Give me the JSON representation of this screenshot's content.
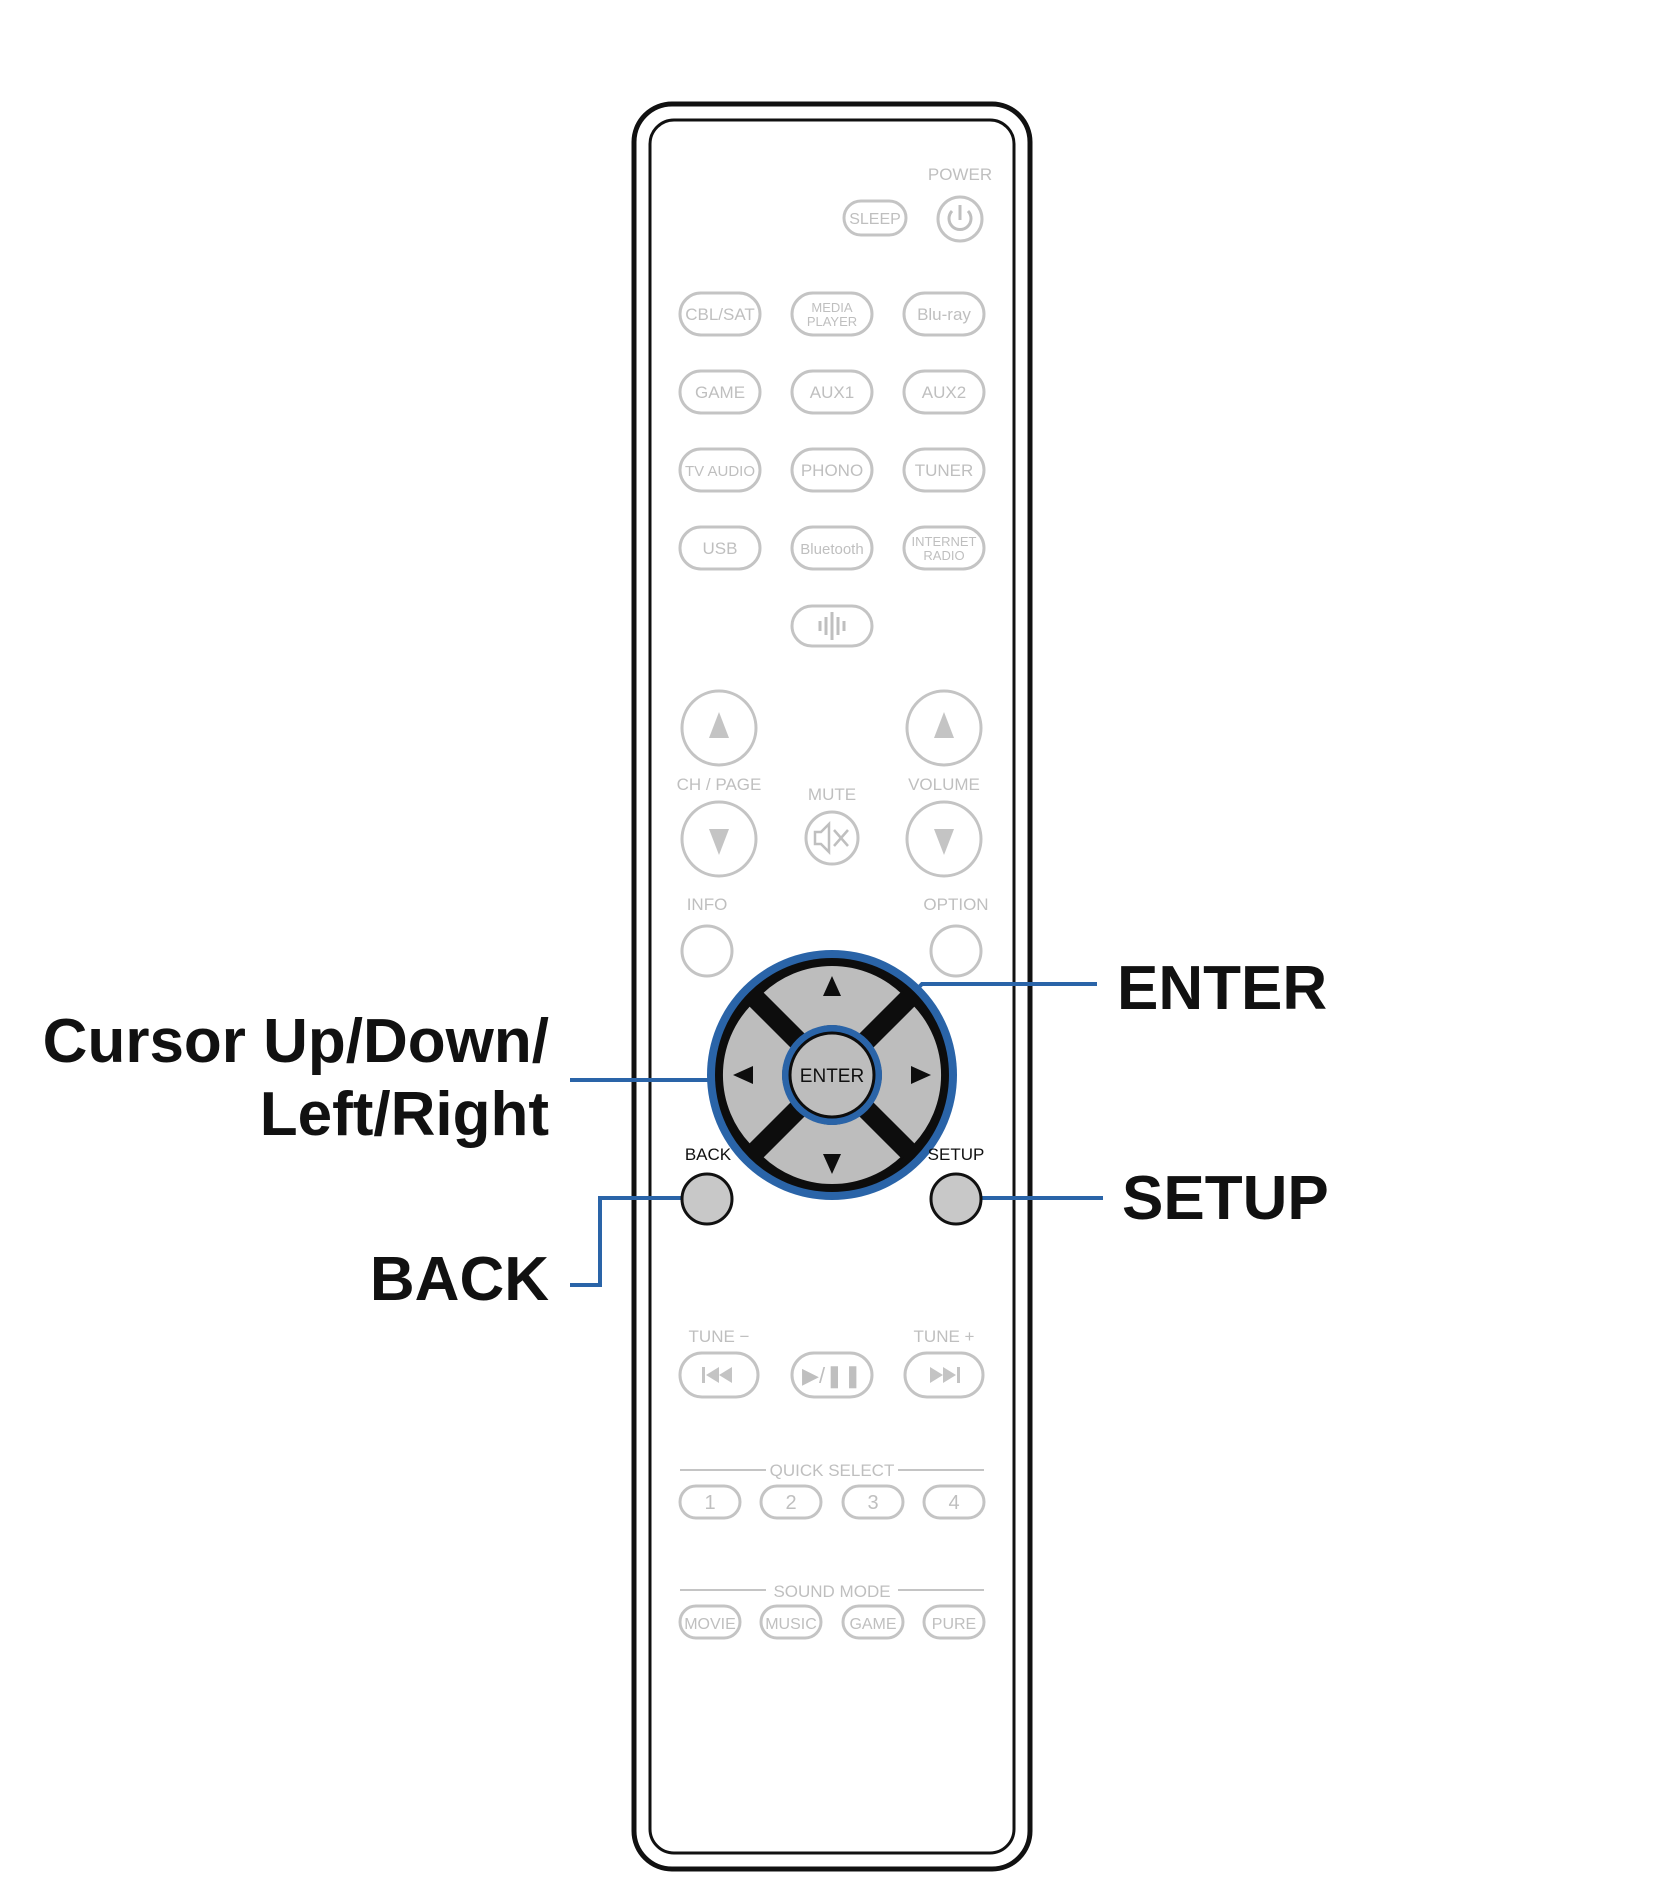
{
  "remote": {
    "power_label": "POWER",
    "sleep_label": "SLEEP",
    "sources": [
      [
        "CBL/SAT",
        "MEDIA\nPLAYER",
        "Blu-ray"
      ],
      [
        "GAME",
        "AUX1",
        "AUX2"
      ],
      [
        "TV AUDIO",
        "PHONO",
        "TUNER"
      ],
      [
        "USB",
        "Bluetooth",
        "INTERNET\nRADIO"
      ]
    ],
    "ch_page_label": "CH / PAGE",
    "mute_label": "MUTE",
    "volume_label": "VOLUME",
    "info_label": "INFO",
    "option_label": "OPTION",
    "enter_label": "ENTER",
    "back_label": "BACK",
    "setup_label": "SETUP",
    "tune_minus_label": "TUNE −",
    "tune_plus_label": "TUNE +",
    "play_pause_label": "▶/❚❚",
    "quick_select_label": "QUICK SELECT",
    "quick_select_buttons": [
      "1",
      "2",
      "3",
      "4"
    ],
    "sound_mode_label": "SOUND MODE",
    "sound_mode_buttons": [
      "MOVIE",
      "MUSIC",
      "GAME",
      "PURE"
    ]
  },
  "callouts": {
    "cursor_line1": "Cursor Up/Down/",
    "cursor_line2": "Left/Right",
    "back": "BACK",
    "enter": "ENTER",
    "setup": "SETUP"
  },
  "colors": {
    "highlight_blue": "#2a64a8",
    "active_button_gray": "#c8c8c8",
    "inactive_outline": "#c4c4c4"
  }
}
